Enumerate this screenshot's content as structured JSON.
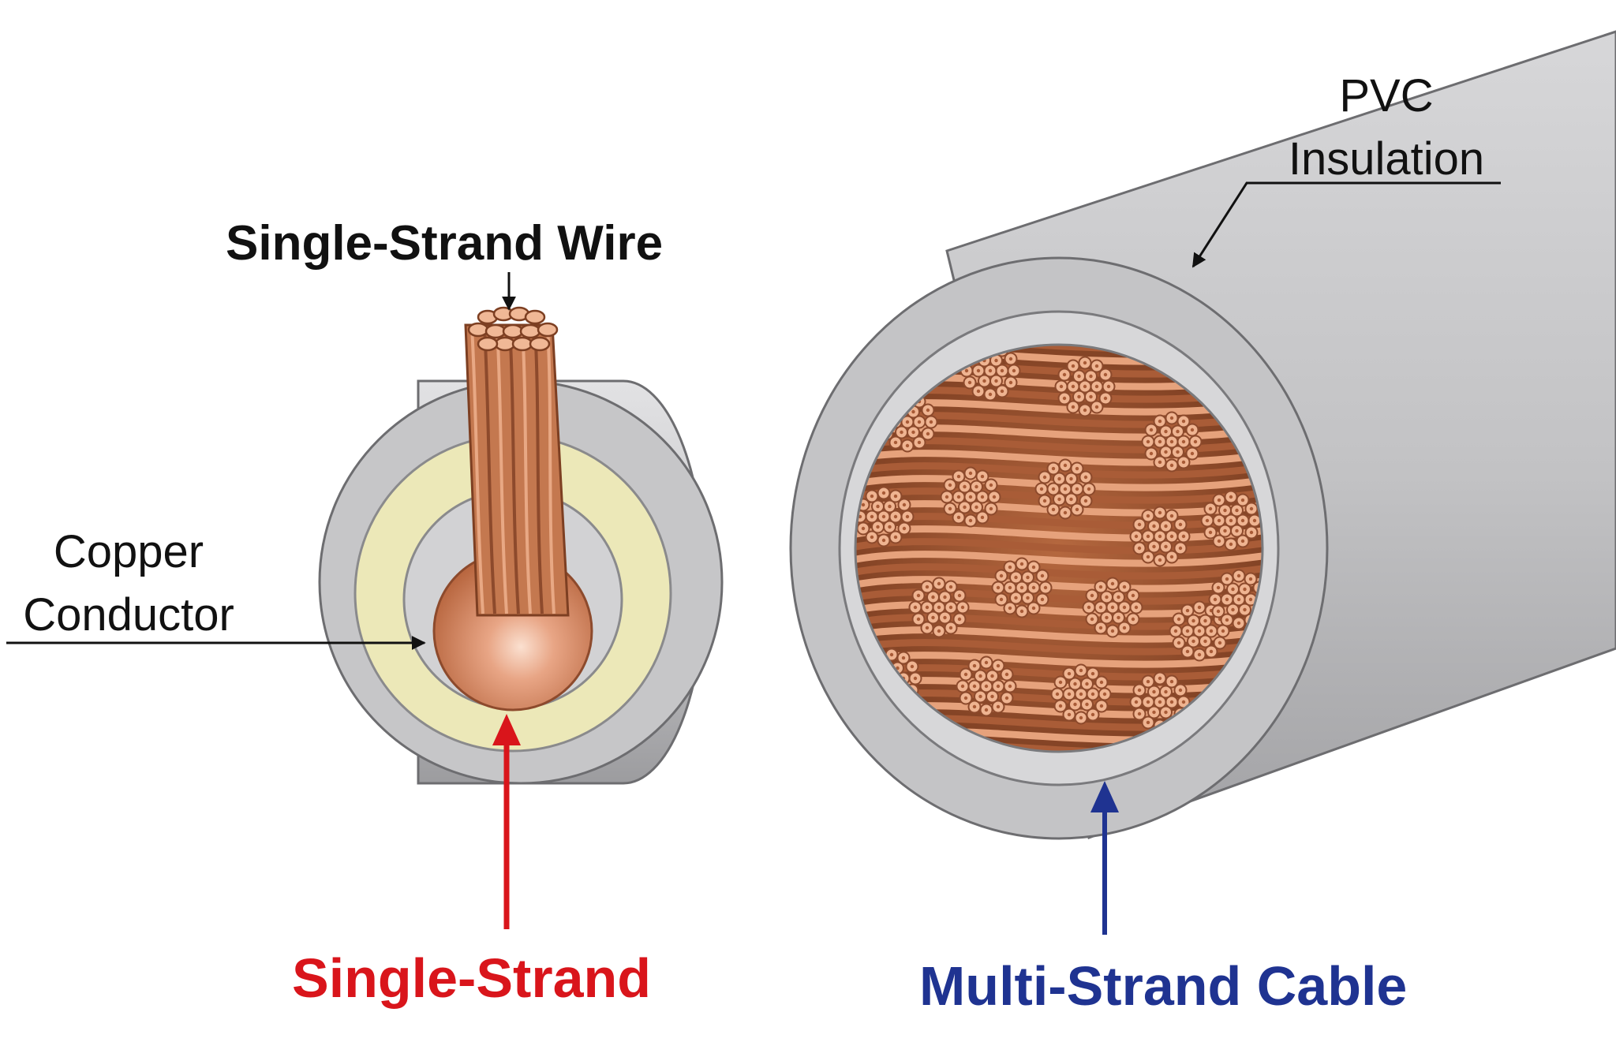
{
  "labels": {
    "single_strand_wire": "Single-Strand Wire",
    "copper_conductor_line1": "Copper",
    "copper_conductor_line2": "Conductor",
    "pvc_line1": "PVC",
    "pvc_line2": "Insulation",
    "single_strand": "Single-Strand",
    "multi_strand_cable": "Multi-Strand Cable"
  },
  "colors": {
    "copper_light": "#f0b896",
    "copper": "#c87b55",
    "copper_dark": "#8d4a2c",
    "insulation_grey": "#c9c9cb",
    "insulation_yellow": "#ece8b8",
    "single_strand_red": "#d9151b",
    "multi_strand_blue": "#1f3391"
  }
}
